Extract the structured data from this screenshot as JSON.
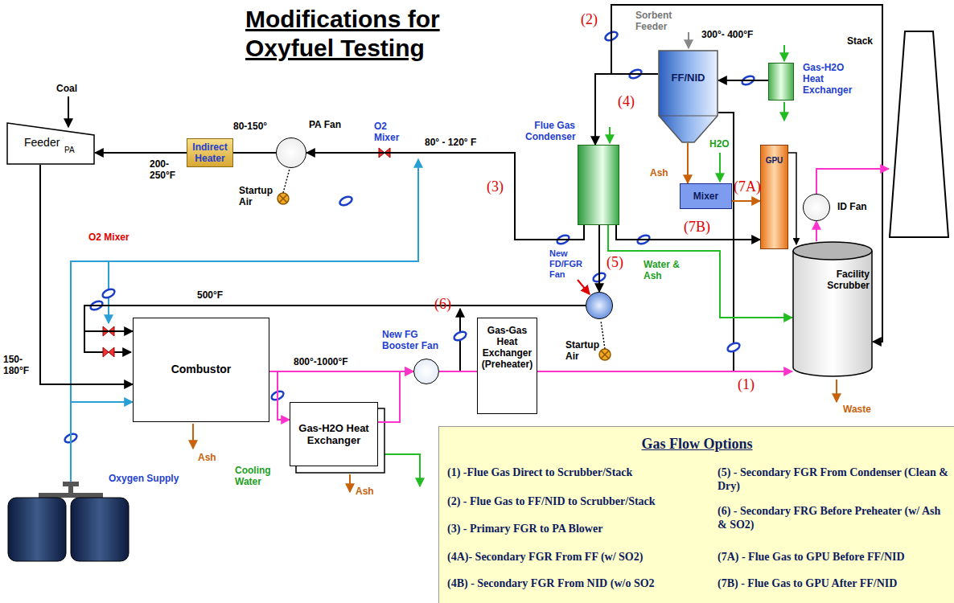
{
  "diagram": {
    "title": "Modifications for Oxyfuel Testing",
    "nodes": [
      {
        "text": [
          "Feeder",
          "PA"
        ]
      },
      {
        "text": [
          "Indirect Heater"
        ]
      },
      {
        "text": [
          "PA Fan"
        ]
      },
      {
        "text": [
          "Combustor"
        ]
      },
      {
        "text": [
          "Gas-H2O Heat Exchanger"
        ]
      },
      {
        "text": [
          "New FG Booster Fan"
        ]
      },
      {
        "text": [
          "Gas-Gas Heat Exchanger (Preheater)"
        ]
      },
      {
        "text": [
          "New FD/FGR Fan"
        ]
      },
      {
        "text": [
          "Flue Gas Condenser"
        ]
      },
      {
        "text": [
          "FF/NID"
        ]
      },
      {
        "text": [
          "Mixer"
        ]
      },
      {
        "text": [
          "GPU"
        ]
      },
      {
        "text": [
          "Gas-H2O Heat Exchanger"
        ]
      },
      {
        "text": [
          "Facility Scrubber"
        ]
      },
      {
        "text": [
          "ID Fan"
        ]
      },
      {
        "text": [
          "Stack"
        ]
      },
      {
        "text": [
          "Oxygen Supply"
        ]
      },
      {
        "text": [
          "Gas Flow Options",
          "(1) -Flue Gas Direct to Scrubber/Stack",
          "(2) - Flue Gas to FF/NID to Scrubber/Stack",
          "(3) - Primary FGR to PA Blower",
          "(4A)- Secondary FGR From FF (w/ SO2)",
          "(4B) - Secondary FGR From NID (w/o SO2",
          "(5) - Secondary FGR From Condenser (Clean & Dry)",
          "(6) - Secondary FRG Before Preheater (w/ Ash & SO2)",
          "(7A) - Flue Gas to GPU Before FF/NID",
          "(7B) - Flue Gas to GPU After FF/NID"
        ]
      }
    ],
    "edges": [
      {
        "from": 1,
        "to": 0,
        "arrow": "to"
      },
      {
        "from": 2,
        "to": 1,
        "arrow": "none"
      },
      {
        "from": 0,
        "to": 3,
        "arrow": "to"
      },
      {
        "from": 3,
        "to": 5,
        "arrow": "to"
      },
      {
        "from": 3,
        "to": 4,
        "arrow": "to"
      },
      {
        "from": 4,
        "to": 5,
        "arrow": "to"
      },
      {
        "from": 5,
        "to": 6,
        "arrow": "none"
      },
      {
        "from": 6,
        "to": 13,
        "arrow": "to"
      },
      {
        "from": 7,
        "to": 3,
        "arrow": "to"
      },
      {
        "from": 8,
        "to": 7,
        "arrow": "to"
      },
      {
        "from": 8,
        "to": 2,
        "arrow": "to"
      },
      {
        "from": 9,
        "to": 13,
        "arrow": "to"
      },
      {
        "from": 9,
        "to": 8,
        "arrow": "to"
      },
      {
        "from": 9,
        "to": 10,
        "arrow": "to"
      },
      {
        "from": 10,
        "to": 11,
        "arrow": "to"
      },
      {
        "from": 8,
        "to": 11,
        "arrow": "to"
      },
      {
        "from": 8,
        "to": 13,
        "arrow": "to"
      },
      {
        "from": 12,
        "to": 9,
        "arrow": "to"
      },
      {
        "from": 13,
        "to": 14,
        "arrow": "to"
      },
      {
        "from": 14,
        "to": 15,
        "arrow": "to"
      },
      {
        "from": 16,
        "to": 3,
        "arrow": "to"
      }
    ],
    "labels": [
      "Coal",
      "200-250°F",
      "80-150°",
      "Startup Air",
      "O2 Mixer",
      "80° - 120° F",
      "(3)",
      "O2 Mixer",
      "500°F",
      "150-180°F",
      "800°-1000°F",
      "(6)",
      "Startup Air",
      "(5)",
      "(2)",
      "Sorbent Feeder",
      "300°- 400°F",
      "(4)",
      "H2O",
      "Ash",
      "(7A)",
      "(7B)",
      "Water & Ash",
      "(1)",
      "Waste",
      "Ash",
      "Cooling Water",
      "Ash"
    ]
  }
}
